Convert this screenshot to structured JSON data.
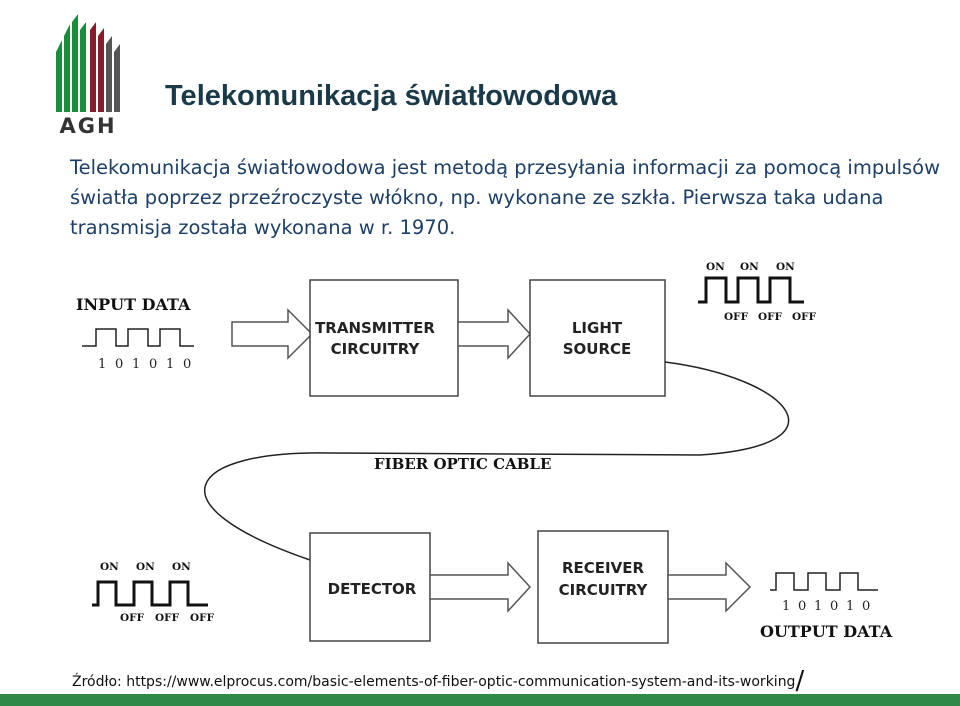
{
  "header": {
    "logo_text": "AGH",
    "title": "Telekomunikacja światłowodowa"
  },
  "intro_text": "Telekomunikacja światłowodowa jest metodą przesyłania informacji za pomocą impulsów światła poprzez przeźroczyste włókno, np. wykonane ze szkła. Pierwsza taka udana transmisja została wykonana w r. 1970.",
  "diagram": {
    "input_label": "INPUT DATA",
    "input_bits": [
      "1",
      "0",
      "1",
      "0",
      "1",
      "0"
    ],
    "transmitter": {
      "line1": "TRANSMITTER",
      "line2": "CIRCUITRY"
    },
    "light_source": {
      "line1": "LIGHT",
      "line2": "SOURCE"
    },
    "cable_label": "FIBER OPTIC CABLE",
    "pulse_on": "ON",
    "pulse_off": "OFF",
    "detector": "DETECTOR",
    "receiver": {
      "line1": "RECEIVER",
      "line2": "CIRCUITRY"
    },
    "output_label": "OUTPUT DATA",
    "output_bits": [
      "1",
      "0",
      "1",
      "0",
      "1",
      "0"
    ]
  },
  "source": {
    "prefix": "Źródło: ",
    "url": "https://www.elprocus.com/basic-elements-of-fiber-optic-communication-system-and-its-working",
    "slash": "/"
  },
  "colors": {
    "title": "#1a3a4a",
    "text": "#1d3f66",
    "logo_green": "#1f8a3e",
    "logo_red": "#8b1a2b",
    "logo_gray": "#555555",
    "bar": "#2d8a47"
  }
}
